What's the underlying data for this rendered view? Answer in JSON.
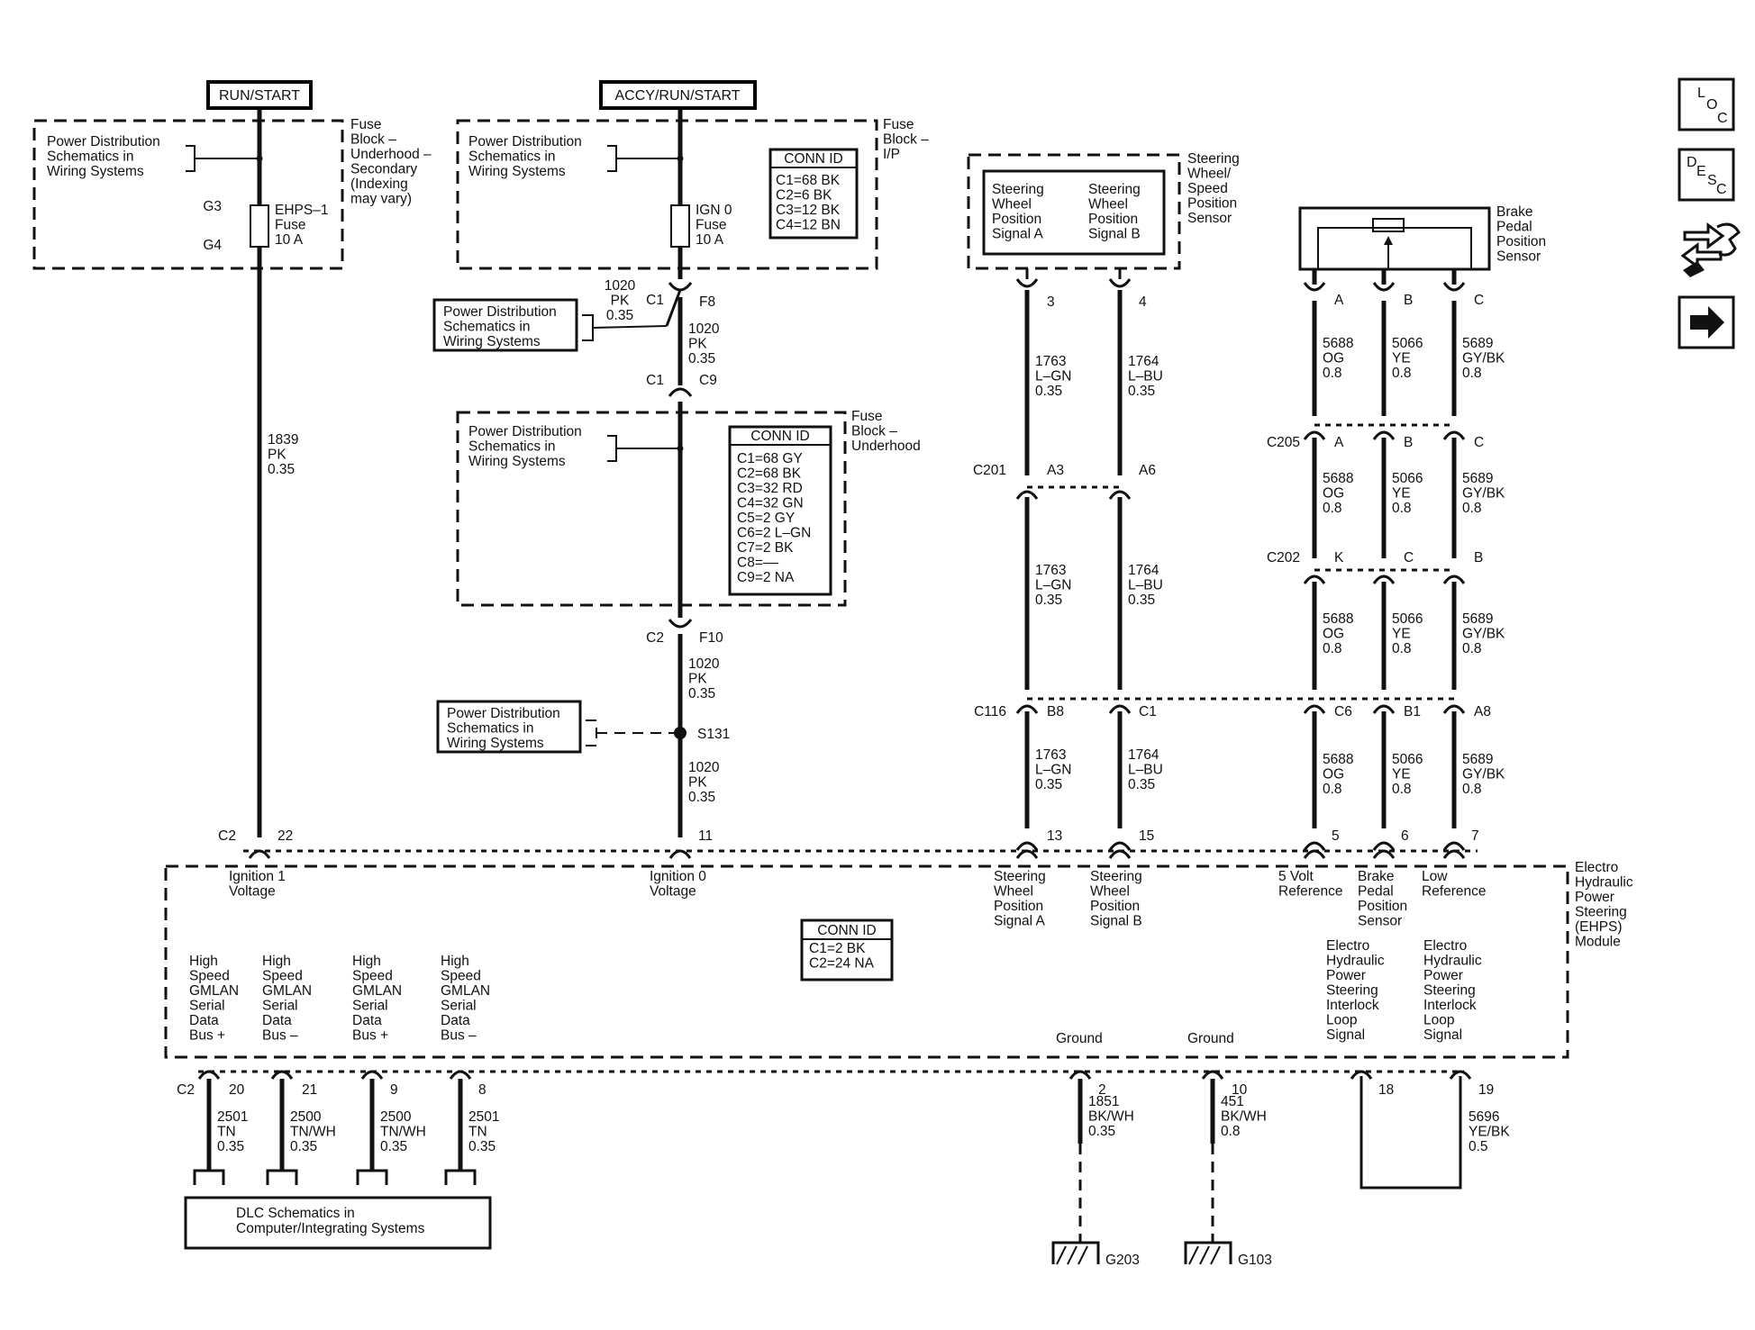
{
  "power_labels": {
    "run_start": "RUN/START",
    "accy_run_start": "ACCY/RUN/START"
  },
  "pdsiws": "Power Distribution Schematics in Wiring Systems",
  "fuse_block_underhood_secondary": {
    "title": [
      "Fuse",
      "Block –",
      "Underhood –",
      "Secondary",
      "(Indexing",
      "may vary)"
    ],
    "g3": "G3",
    "g4": "G4",
    "fuse": [
      "EHPS–1",
      "Fuse",
      "10 A"
    ]
  },
  "fuse_block_ip": {
    "title": [
      "Fuse",
      "Block –",
      "I/P"
    ],
    "fuse": [
      "IGN 0",
      "Fuse",
      "10 A"
    ],
    "conn_id": {
      "title": "CONN ID",
      "rows": [
        "C1=68 BK",
        "C2=6 BK",
        "C3=12 BK",
        "C4=12 BN"
      ]
    }
  },
  "fuse_block_underhood": {
    "title": [
      "Fuse",
      "Block –",
      "Underhood"
    ],
    "conn_id": {
      "title": "CONN ID",
      "rows": [
        "C1=68 GY",
        "C2=68 BK",
        "C3=32 RD",
        "C4=32 GN",
        "C5=2 GY",
        "C6=2 L–GN",
        "C7=2 BK",
        "C8=––",
        "C9=2 NA"
      ]
    }
  },
  "ignition_wires": {
    "w1839": [
      "1839",
      "PK",
      "0.35"
    ],
    "w1020": [
      "1020",
      "PK",
      "0.35"
    ],
    "c1": "C1",
    "f8": "F8",
    "c9": "C9",
    "c2": "C2",
    "f10": "F10",
    "s131": "S131"
  },
  "steering_sensor": {
    "title": [
      "Steering",
      "Wheel/",
      "Speed",
      "Position",
      "Sensor"
    ],
    "signal_a": [
      "Steering",
      "Wheel",
      "Position",
      "Signal A"
    ],
    "signal_b": [
      "Steering",
      "Wheel",
      "Position",
      "Signal B"
    ],
    "pin_a": "3",
    "pin_b": "4",
    "w1763": [
      "1763",
      "L–GN",
      "0.35"
    ],
    "w1764": [
      "1764",
      "L–BU",
      "0.35"
    ]
  },
  "brake_sensor": {
    "title": [
      "Brake",
      "Pedal",
      "Position",
      "Sensor"
    ],
    "pins": [
      "A",
      "B",
      "C"
    ],
    "w5688": [
      "5688",
      "OG",
      "0.8"
    ],
    "w5066": [
      "5066",
      "YE",
      "0.8"
    ],
    "w5689": [
      "5689",
      "GY/BK",
      "0.8"
    ]
  },
  "connectors": {
    "c205": {
      "name": "C205",
      "pins": [
        "A",
        "B",
        "C"
      ]
    },
    "c201": {
      "name": "C201",
      "pins": [
        "A3",
        "A6"
      ]
    },
    "c202": {
      "name": "C202",
      "pins": [
        "K",
        "C",
        "B"
      ]
    },
    "c116": {
      "name": "C116",
      "pins": [
        "B8",
        "C1",
        "C6",
        "B1",
        "A8"
      ]
    }
  },
  "module": {
    "title": [
      "Electro",
      "Hydraulic",
      "Power",
      "Steering",
      "(EHPS)",
      "Module"
    ],
    "top_connector": "C2",
    "top_pins": [
      "22",
      "11",
      "13",
      "15",
      "5",
      "6",
      "7"
    ],
    "ignition1": [
      "Ignition 1",
      "Voltage"
    ],
    "ignition0": [
      "Ignition 0",
      "Voltage"
    ],
    "swp_a": [
      "Steering",
      "Wheel",
      "Position",
      "Signal A"
    ],
    "swp_b": [
      "Steering",
      "Wheel",
      "Position",
      "Signal B"
    ],
    "ref5v": [
      "5 Volt",
      "Reference"
    ],
    "bpps": [
      "Brake",
      "Pedal",
      "Position",
      "Sensor"
    ],
    "lowref": [
      "Low",
      "Reference"
    ],
    "conn_id": {
      "title": "CONN ID",
      "rows": [
        "C1=2 BK",
        "C2=24 NA"
      ]
    },
    "gmlan_plus": [
      "High",
      "Speed",
      "GMLAN",
      "Serial",
      "Data",
      "Bus +"
    ],
    "gmlan_minus": [
      "High",
      "Speed",
      "GMLAN",
      "Serial",
      "Data",
      "Bus –"
    ],
    "ground": "Ground",
    "interlock": [
      "Electro",
      "Hydraulic",
      "Power",
      "Steering",
      "Interlock",
      "Loop",
      "Signal"
    ],
    "bottom_connector": "C2",
    "bottom_pins": [
      "20",
      "21",
      "9",
      "8",
      "2",
      "10",
      "18",
      "19"
    ]
  },
  "bottom_wires": {
    "w2501": [
      "2501",
      "TN",
      "0.35"
    ],
    "w2500": [
      "2500",
      "TN/WH",
      "0.35"
    ],
    "w1851": [
      "1851",
      "BK/WH",
      "0.35"
    ],
    "w451": [
      "451",
      "BK/WH",
      "0.8"
    ],
    "w5696": [
      "5696",
      "YE/BK",
      "0.5"
    ]
  },
  "dlc": [
    "DLC Schematics in",
    "Computer/Integrating Systems"
  ],
  "grounds": [
    "G203",
    "G103"
  ],
  "nav_buttons": {
    "loc": [
      "L",
      "O",
      "C"
    ],
    "desc": [
      "D",
      "E",
      "S",
      "C"
    ]
  }
}
